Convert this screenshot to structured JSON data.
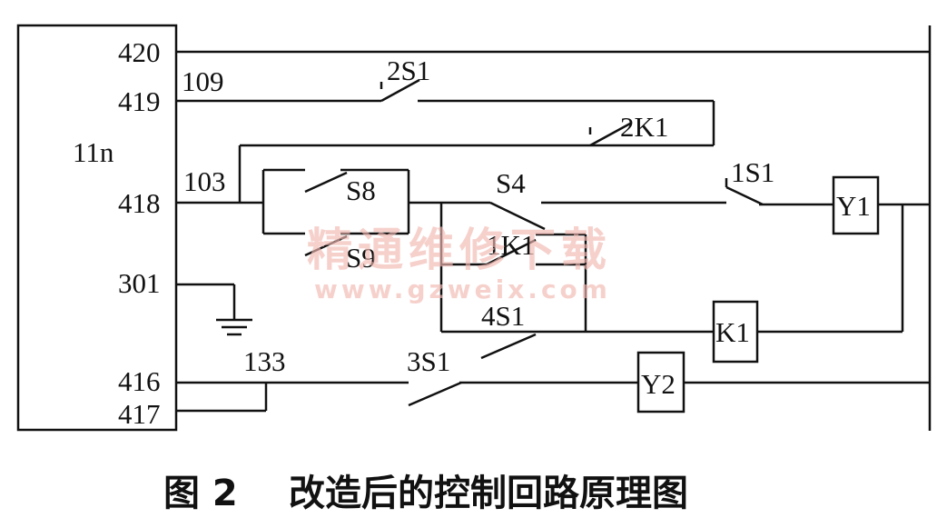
{
  "module": {
    "name": "11n",
    "terminals": [
      "420",
      "419",
      "418",
      "301",
      "416",
      "417"
    ]
  },
  "wires": [
    "109",
    "103",
    "133"
  ],
  "contacts": [
    "2S1",
    "2K1",
    "S8",
    "S9",
    "S4",
    "1S1",
    "1K1",
    "4S1",
    "3S1"
  ],
  "coils": [
    "Y1",
    "K1",
    "Y2"
  ],
  "watermark": {
    "text": "精通维修下载",
    "url": "www.gzweix.com"
  },
  "caption": {
    "figure": "图 2",
    "title": "改造后的控制回路原理图"
  },
  "colors": {
    "line": "#111111",
    "watermark": "#f2b9b2"
  }
}
